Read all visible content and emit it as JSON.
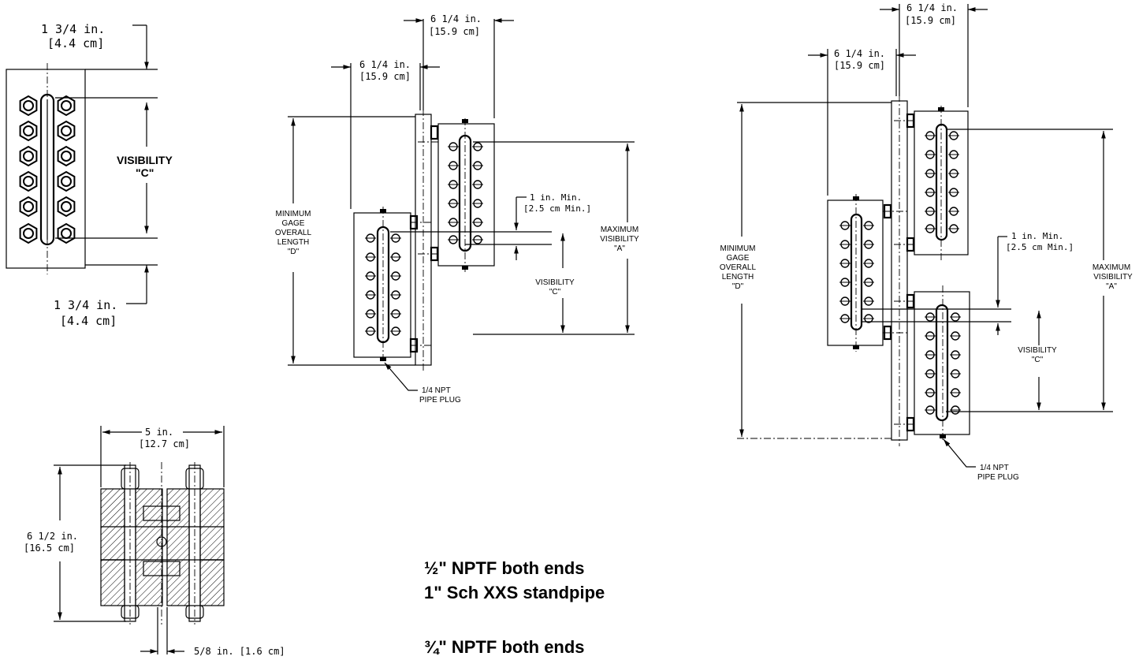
{
  "view_front_single": {
    "top_dim": "1 3/4 in.",
    "top_dim_metric": "[4.4 cm]",
    "bottom_dim": "1 3/4 in.",
    "bottom_dim_metric": "[4.4 cm]",
    "visibility_label": "VISIBILITY",
    "visibility_code": "\"C\""
  },
  "view_two_section": {
    "top_width_dim": "6 1/4 in.",
    "top_width_dim_metric": "[15.9 cm]",
    "offset_dim": "6 1/4 in.",
    "offset_dim_metric": "[15.9 cm]",
    "overlap_dim": "1 in. Min.",
    "overlap_dim_metric": "[2.5 cm Min.]",
    "min_length_label": [
      "MINIMUM",
      "GAGE",
      "OVERALL",
      "LENGTH",
      "\"D\""
    ],
    "max_vis_label": [
      "MAXIMUM",
      "VISIBILITY",
      "\"A\""
    ],
    "vis_label": [
      "VISIBILITY",
      "\"C\""
    ],
    "plug_label": [
      "1/4 NPT",
      "PIPE PLUG"
    ]
  },
  "view_three_section": {
    "top_width_dim": "6 1/4 in.",
    "top_width_dim_metric": "[15.9 cm]",
    "offset_dim": "6 1/4 in.",
    "offset_dim_metric": "[15.9 cm]",
    "overlap_dim": "1 in. Min.",
    "overlap_dim_metric": "[2.5 cm Min.]",
    "min_length_label": [
      "MINIMUM",
      "GAGE",
      "OVERALL",
      "LENGTH",
      "\"D\""
    ],
    "max_vis_label": [
      "MAXIMUM",
      "VISIBILITY",
      "\"A\""
    ],
    "vis_label": [
      "VISIBILITY",
      "\"C\""
    ],
    "plug_label": [
      "1/4 NPT",
      "PIPE PLUG"
    ]
  },
  "view_section": {
    "width_dim": "5 in.",
    "width_dim_metric": "[12.7 cm]",
    "height_dim": "6 1/2 in.",
    "height_dim_metric": "[16.5 cm]",
    "gap_dim": "5/8 in. [1.6 cm]"
  },
  "notes": [
    "½\" NPTF both ends",
    "1\" Sch XXS standpipe",
    "¾\" NPTF both ends"
  ]
}
